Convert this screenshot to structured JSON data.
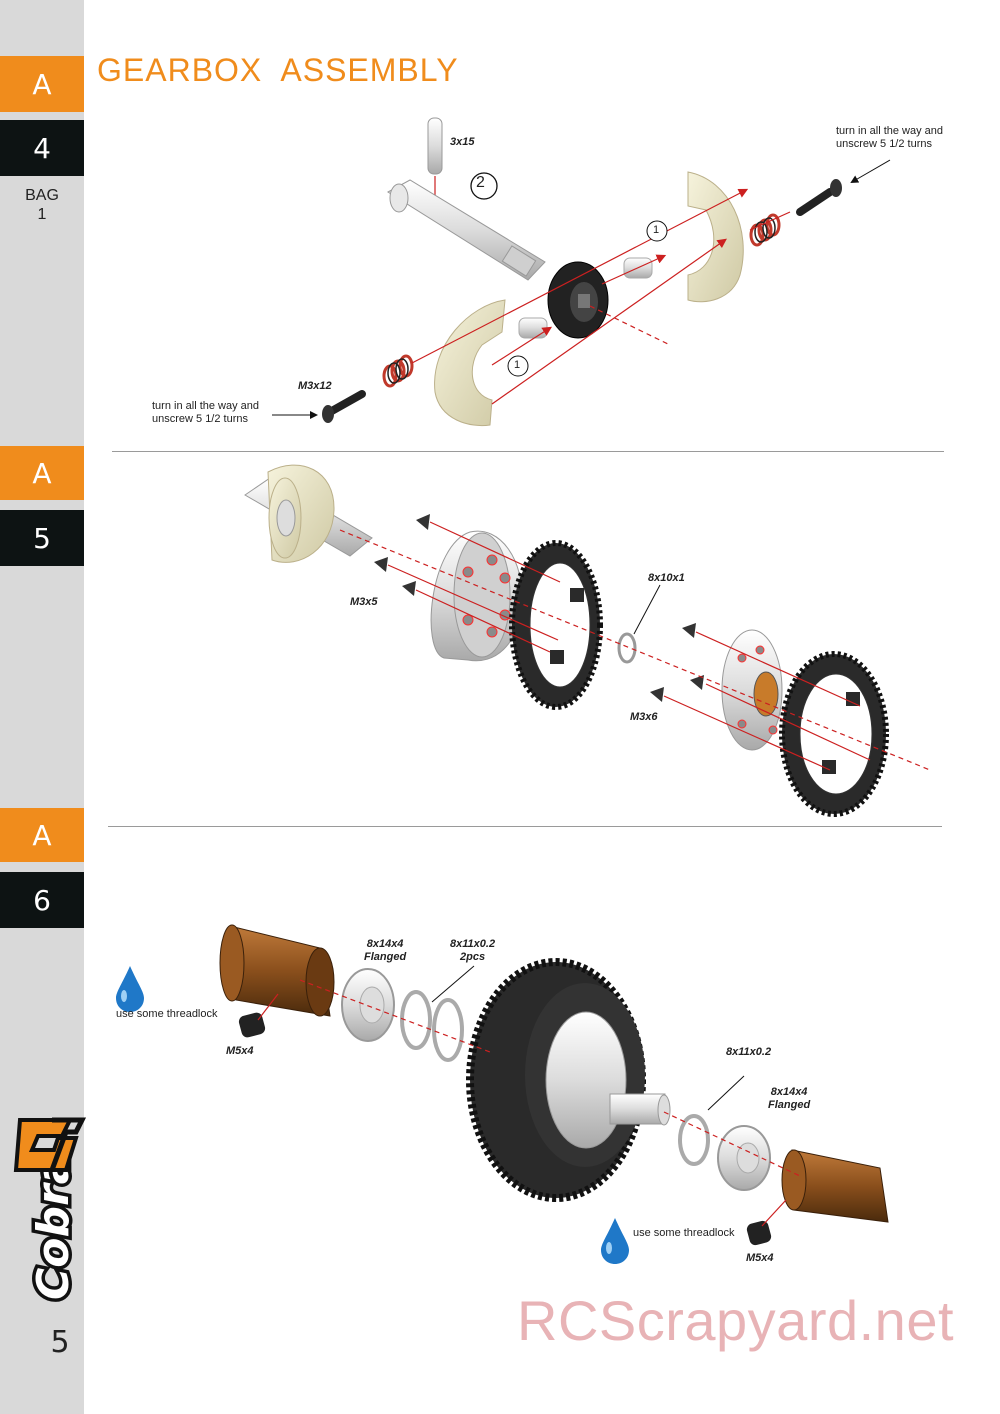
{
  "page": {
    "title": "GEARBOX  ASSEMBLY",
    "page_number": "5",
    "watermark": "RCScrapyard.net",
    "logo_text": "CobraGT",
    "colors": {
      "accent": "#f08c1c",
      "tab_dark": "#0d1313",
      "sidebar": "#d9d9d9",
      "watermark": "#e8b3b6",
      "guide_line": "#cc2020"
    }
  },
  "steps": [
    {
      "section": "A",
      "number": "4",
      "bag_label": "BAG",
      "bag_number": "1"
    },
    {
      "section": "A",
      "number": "5"
    },
    {
      "section": "A",
      "number": "6"
    }
  ],
  "step4": {
    "pin_label": "3x15",
    "step_marker": "2",
    "sub_marker_top": "1",
    "sub_marker_bottom": "1",
    "screw_label": "M3x12",
    "note_top_line1": "turn in all the way and",
    "note_top_line2": "unscrew 5 1/2 turns",
    "note_bottom_line1": "turn in all the way and",
    "note_bottom_line2": "unscrew 5 1/2 turns"
  },
  "step5": {
    "screw_a_label": "M3x5",
    "washer_label": "8x10x1",
    "screw_b_label": "M3x6"
  },
  "step6": {
    "bearing_left_line1": "8x14x4",
    "bearing_left_line2": "Flanged",
    "shim_left_line1": "8x11x0.2",
    "shim_left_line2": "2pcs",
    "shim_right": "8x11x0.2",
    "bearing_right_line1": "8x14x4",
    "bearing_right_line2": "Flanged",
    "threadlock_left": "use some threadlock",
    "threadlock_right": "use some threadlock",
    "grub_left": "M5x4",
    "grub_right": "M5x4"
  }
}
